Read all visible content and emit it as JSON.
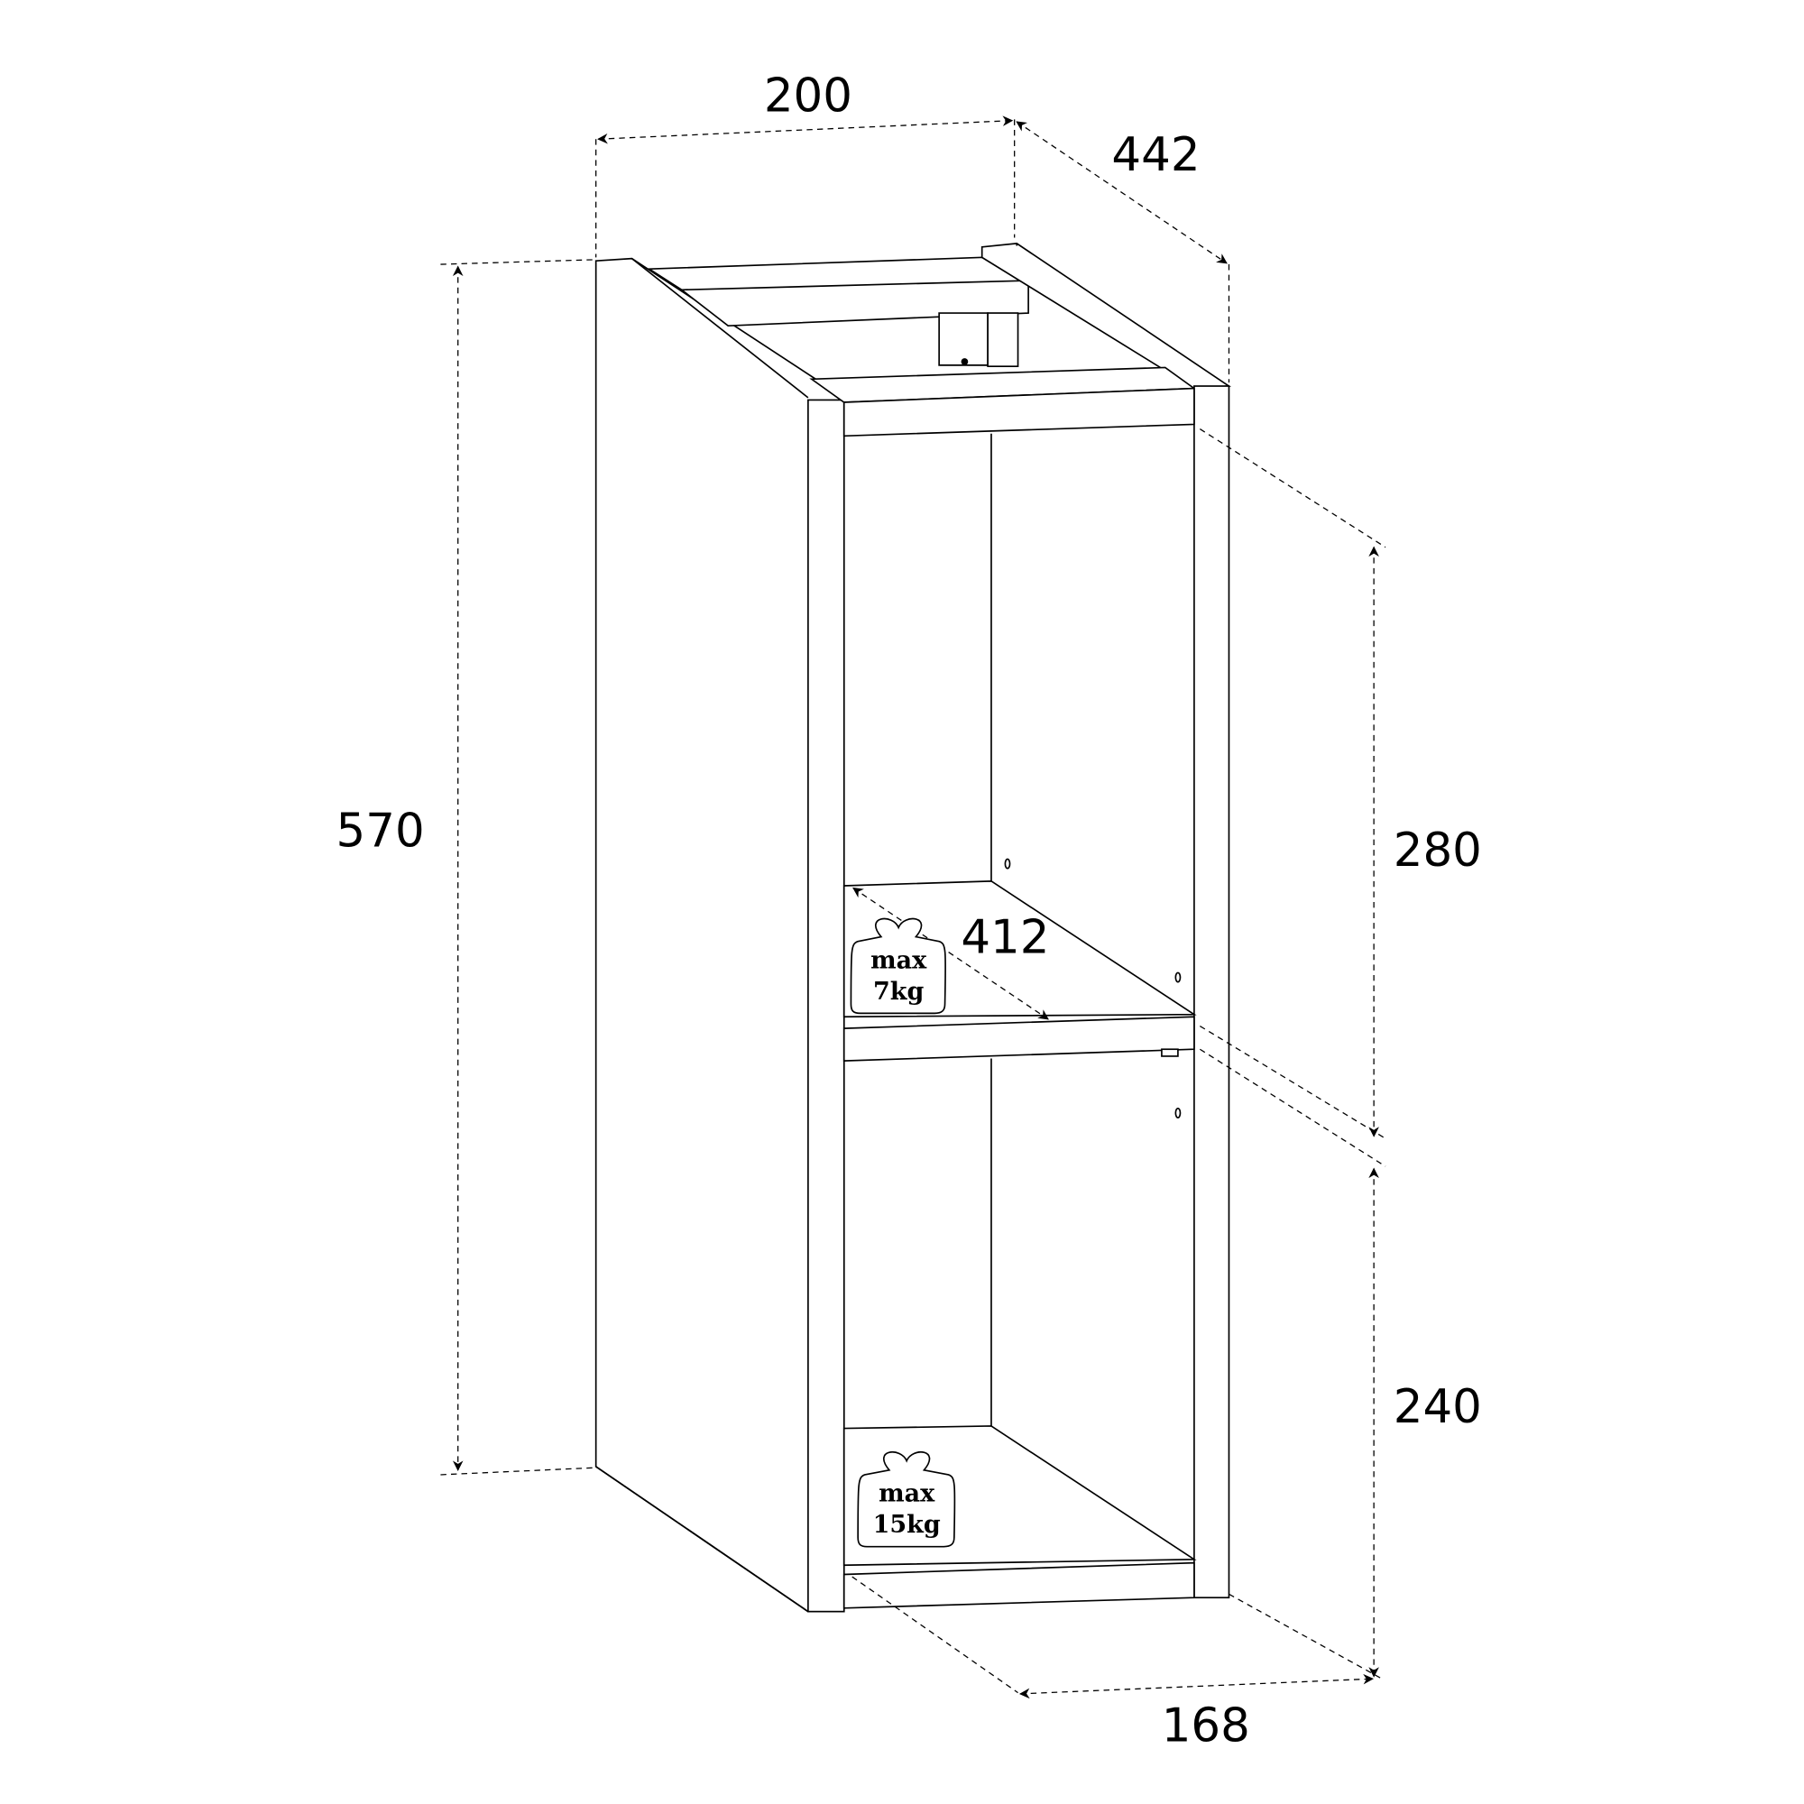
{
  "dimensions": {
    "width": "200",
    "depth": "442",
    "height": "570",
    "upper_compartment": "280",
    "lower_compartment": "240",
    "inner_width": "168",
    "shelf_depth": "412"
  },
  "weight_limits": [
    {
      "line1": "max",
      "line2": "7kg"
    },
    {
      "line1": "max",
      "line2": "15kg"
    }
  ]
}
